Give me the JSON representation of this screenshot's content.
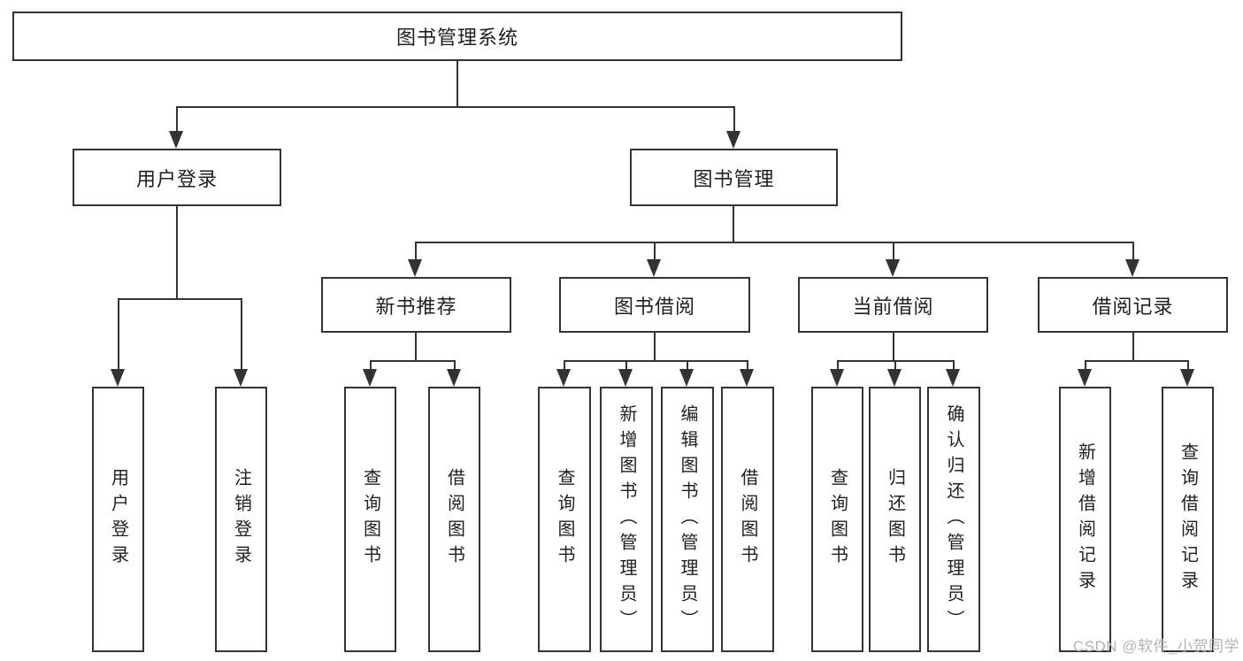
{
  "diagram": {
    "root": {
      "label": "图书管理系统"
    },
    "user_login": {
      "label": "用户登录",
      "children": [
        "用户登录",
        "注销登录"
      ]
    },
    "book_mgmt": {
      "label": "图书管理",
      "sections": [
        {
          "label": "新书推荐",
          "children": [
            "查询图书",
            "借阅图书"
          ]
        },
        {
          "label": "图书借阅",
          "children": [
            "查询图书",
            "新增图书（管理员）",
            "编辑图书（管理员）",
            "借阅图书"
          ]
        },
        {
          "label": "当前借阅",
          "children": [
            "查询图书",
            "归还图书",
            "确认归还（管理员）"
          ]
        },
        {
          "label": "借阅记录",
          "children": [
            "新增借阅记录",
            "查询借阅记录"
          ]
        }
      ]
    }
  },
  "watermark": {
    "text": "CSDN @软件_小贺同学"
  },
  "colors": {
    "line": "#333333",
    "text": "#1f1f1f",
    "watermark": "#b3b3b3",
    "background": "#ffffff"
  }
}
